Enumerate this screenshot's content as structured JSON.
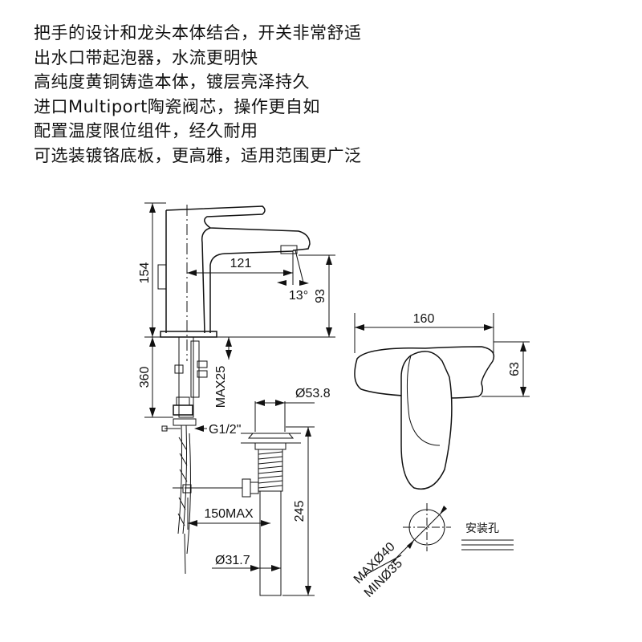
{
  "features": [
    "把手的设计和龙头本体结合，开关非常舒适",
    "出水口带起泡器，水流更明快",
    "高纯度黄铜铸造本体，镀层亮泽持久",
    "进口Multiport陶瓷阀芯，操作更自如",
    "配置温度限位组件，经久耐用",
    "可选装镀铬底板，更高雅，适用范围更广泛"
  ],
  "dimensions": {
    "height_154": "154",
    "reach_121": "121",
    "angle_13": "13°",
    "spout_93": "93",
    "shank_360": "360",
    "max25": "MAX25",
    "thread": "G1/2\"",
    "drain_diam": "Ø53.8",
    "drain_length": "245",
    "max150": "150MAX",
    "pipe_diam": "Ø31.7",
    "top_width": "160",
    "top_depth": "63",
    "hole_max": "MAXØ40",
    "hole_min": "MINØ35",
    "install_hole": "安装孔"
  }
}
